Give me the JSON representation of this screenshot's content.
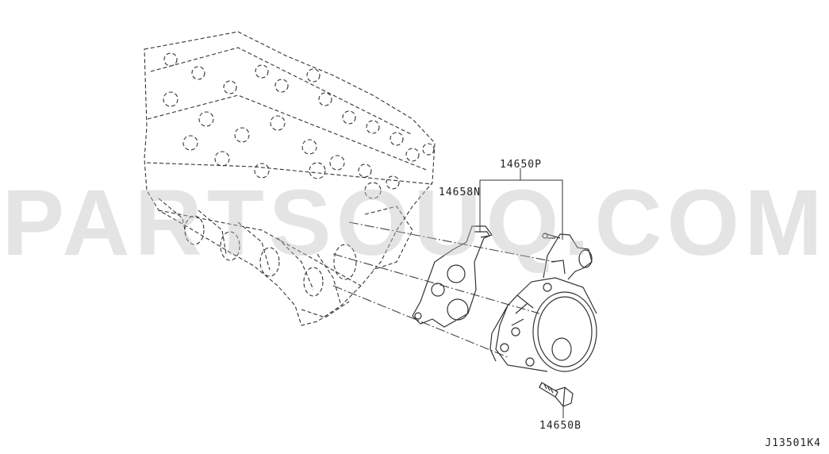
{
  "diagram": {
    "drawing_id": "J13501K4",
    "watermark": "PARTSOUQ.COM",
    "parts": [
      {
        "code": "14650P"
      },
      {
        "code": "14658N"
      },
      {
        "code": "14650B"
      }
    ],
    "icons": [
      "engine-block-drawing",
      "gasket-drawing",
      "vacuum-pump-drawing",
      "bolt-drawing"
    ]
  }
}
